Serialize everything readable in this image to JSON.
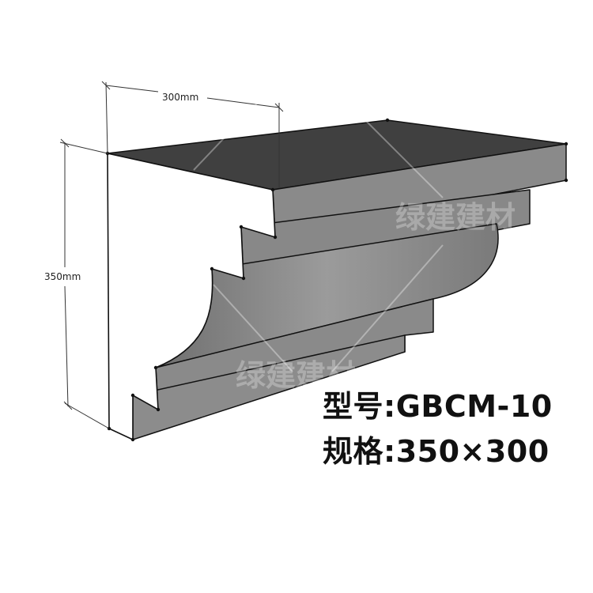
{
  "dimensions": {
    "width_label": "300mm",
    "height_label": "350mm"
  },
  "product": {
    "model": "型号:GBCM-10",
    "spec": "规格:350×300"
  },
  "watermark": {
    "text": "绿建建材"
  },
  "colors": {
    "top_face": "#404040",
    "front_face": "#8c8c8c",
    "end_face": "#ffffff",
    "outline": "#111111"
  }
}
